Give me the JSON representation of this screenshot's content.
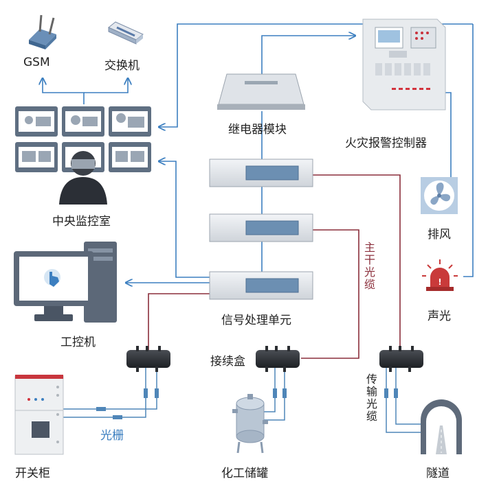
{
  "labels": {
    "gsm": "GSM",
    "switch": "交换机",
    "central_room": "中央监控室",
    "relay_module": "继电器模块",
    "fire_controller": "火灾报警控制器",
    "exhaust": "排风",
    "sound_light": "声光",
    "ipc": "工控机",
    "signal_unit": "信号处理单元",
    "splice_box": "接续盒",
    "main_cable": "主干光缆",
    "transmission_cable": "传输光缆",
    "grating": "光栅",
    "switchgear": "开关柜",
    "chemical_tank": "化工储罐",
    "tunnel": "隧道"
  },
  "colors": {
    "blue_link": "#3c7fc0",
    "fiber": "#8a2d3a",
    "grating_text": "#3c7fc0",
    "main_cable_text": "#8a2d3a"
  },
  "icons": [
    "router-icon",
    "switch-icon",
    "monitor-wall-icon",
    "operator-icon",
    "relay-icon",
    "fire-panel-icon",
    "fan-icon",
    "alarm-light-icon",
    "computer-icon",
    "rack-unit-icon",
    "splice-box-icon",
    "cabinet-icon",
    "tank-icon",
    "tunnel-icon"
  ]
}
